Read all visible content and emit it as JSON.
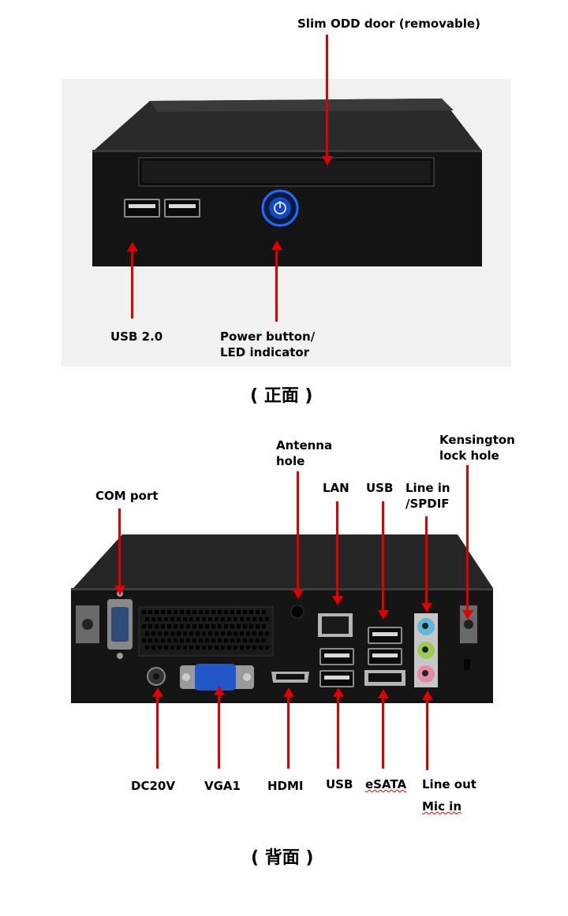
{
  "front": {
    "labels": {
      "odd_door": "Slim ODD door (removable)",
      "usb20": "USB 2.0",
      "power": "Power button/\nLED indicator"
    },
    "caption": "( 正面 )"
  },
  "rear": {
    "labels": {
      "antenna": "Antenna\nhole",
      "kensington": "Kensington\nlock hole",
      "com": "COM port",
      "lan": "LAN",
      "usb_top": "USB",
      "line_in": "Line in\n/SPDIF",
      "dc": "DC20V",
      "vga": "VGA1",
      "hdmi": "HDMI",
      "usb_bottom": "USB",
      "esata": "eSATA",
      "line_out": "Line out",
      "mic_in": "Mic in"
    },
    "caption": "( 背面 )"
  },
  "colors": {
    "arrow": "#e10000",
    "chassis": "#141414",
    "power_led": "#1e6bff",
    "jack_blue": "#5fb7d9",
    "jack_green": "#9ccc54",
    "jack_pink": "#e48ba4"
  }
}
